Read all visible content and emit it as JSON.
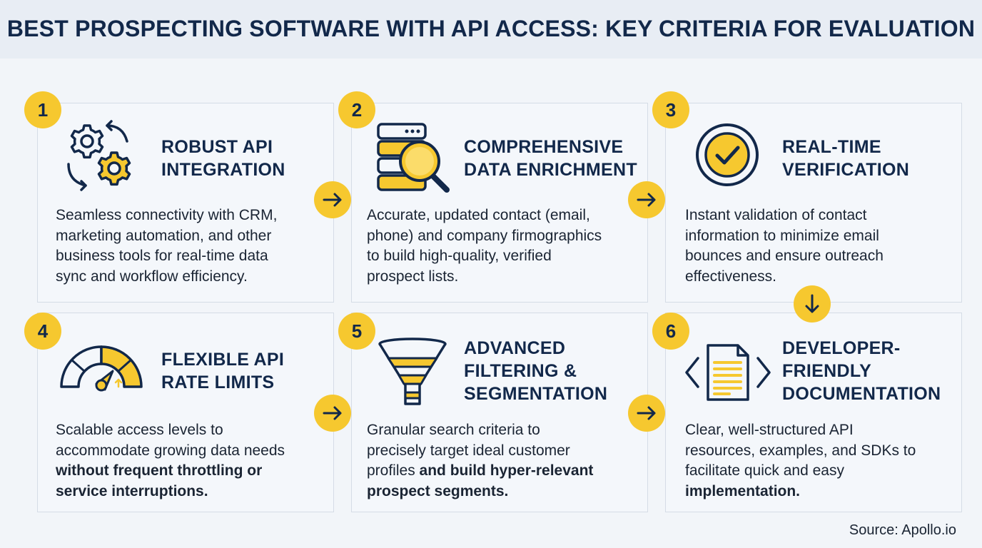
{
  "title": "BEST PROSPECTING SOFTWARE WITH API ACCESS: KEY CRITERIA FOR EVALUATION",
  "accent_color": "#f6c82f",
  "text_color": "#12284a",
  "cards": [
    {
      "number": "1",
      "icon": "gears-sync-icon",
      "title_lines": [
        "ROBUST API",
        "INTEGRATION"
      ],
      "description": "Seamless connectivity with CRM, marketing automation, and other business tools for real-time data sync and workflow efficiency.",
      "desc_lines": [
        "Seamless connectivity with CRM,",
        "marketing automation, and other",
        "business tools for real-time data",
        "sync and workflow efficiency."
      ]
    },
    {
      "number": "2",
      "icon": "database-search-icon",
      "title_lines": [
        "COMPREHENSIVE",
        "DATA ENRICHMENT"
      ],
      "description": "Accurate, updated contact (email, phone) and company firmographics to build high-quality, verified prospect lists.",
      "desc_lines": [
        "Accurate, updated contact (email,",
        "phone) and company firmographics",
        "to build high-quality, verified",
        "prospect lists."
      ]
    },
    {
      "number": "3",
      "icon": "checkmark-circle-icon",
      "title_lines": [
        "REAL-TIME",
        "VERIFICATION"
      ],
      "description": "Instant validation of contact information to minimize email bounces and ensure outreach effectiveness.",
      "desc_lines": [
        "Instant validation of contact",
        "information to minimize email",
        "bounces and ensure outreach",
        "effectiveness."
      ]
    },
    {
      "number": "4",
      "icon": "speedometer-icon",
      "title_lines": [
        "FLEXIBLE API",
        "RATE LIMITS"
      ],
      "description": "Scalable access levels to accommodate growing data needs without frequent throttling or service interruptions.",
      "desc_lines": [
        "Scalable access levels to",
        "accommodate growing data needs",
        "without frequent throttling or",
        "service interruptions."
      ],
      "bold_from_line": 2
    },
    {
      "number": "5",
      "icon": "funnel-icon",
      "title_lines": [
        "ADVANCED",
        "FILTERING &",
        "SEGMENTATION"
      ],
      "description": "Granular search criteria to precisely target ideal customer profiles and build hyper-relevant prospect segments.",
      "desc_lines": [
        "Granular search criteria to",
        "precisely target ideal customer",
        "profiles and build hyper-relevant",
        "prospect segments."
      ],
      "desc_line3_plain": "profiles",
      "desc_line3_bold": " and build hyper-relevant"
    },
    {
      "number": "6",
      "icon": "code-document-icon",
      "title_lines": [
        "DEVELOPER-",
        "FRIENDLY",
        "DOCUMENTATION"
      ],
      "description": "Clear, well-structured API resources, examples, and SDKs to facilitate quick and easy implementation.",
      "desc_lines": [
        "Clear, well-structured API",
        "resources, examples, and SDKs to",
        "facilitate quick and easy",
        "implementation."
      ]
    }
  ],
  "source": "Source: Apollo.io"
}
